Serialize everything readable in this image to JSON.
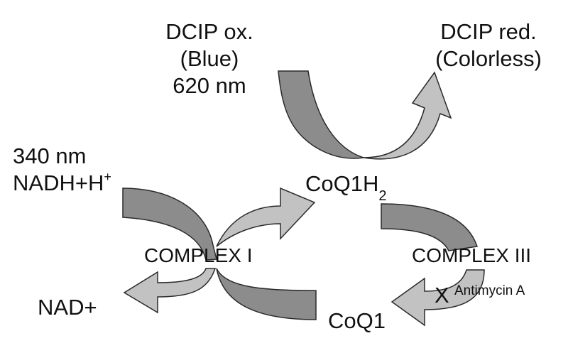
{
  "dcip_ox": {
    "line1": "DCIP ox.",
    "line2": "(Blue)",
    "line3": "620 nm"
  },
  "dcip_red": {
    "line1": "DCIP red.",
    "line2": "(Colorless)"
  },
  "nadh": {
    "wavelength": "340 nm",
    "label": "NADH+H",
    "sup": "+"
  },
  "coq1h2": {
    "base": "CoQ1H",
    "sub": "2"
  },
  "complex_i": "COMPLEX I",
  "complex_iii": "COMPLEX III",
  "nad": "NAD+",
  "coq1": "CoQ1",
  "inhibitor": {
    "mark": "X",
    "label": "Antimycin A"
  },
  "colors": {
    "dark_arrow": "#8c8c8c",
    "light_arrow": "#c2c2c2",
    "stroke": "#2a2a2a"
  }
}
